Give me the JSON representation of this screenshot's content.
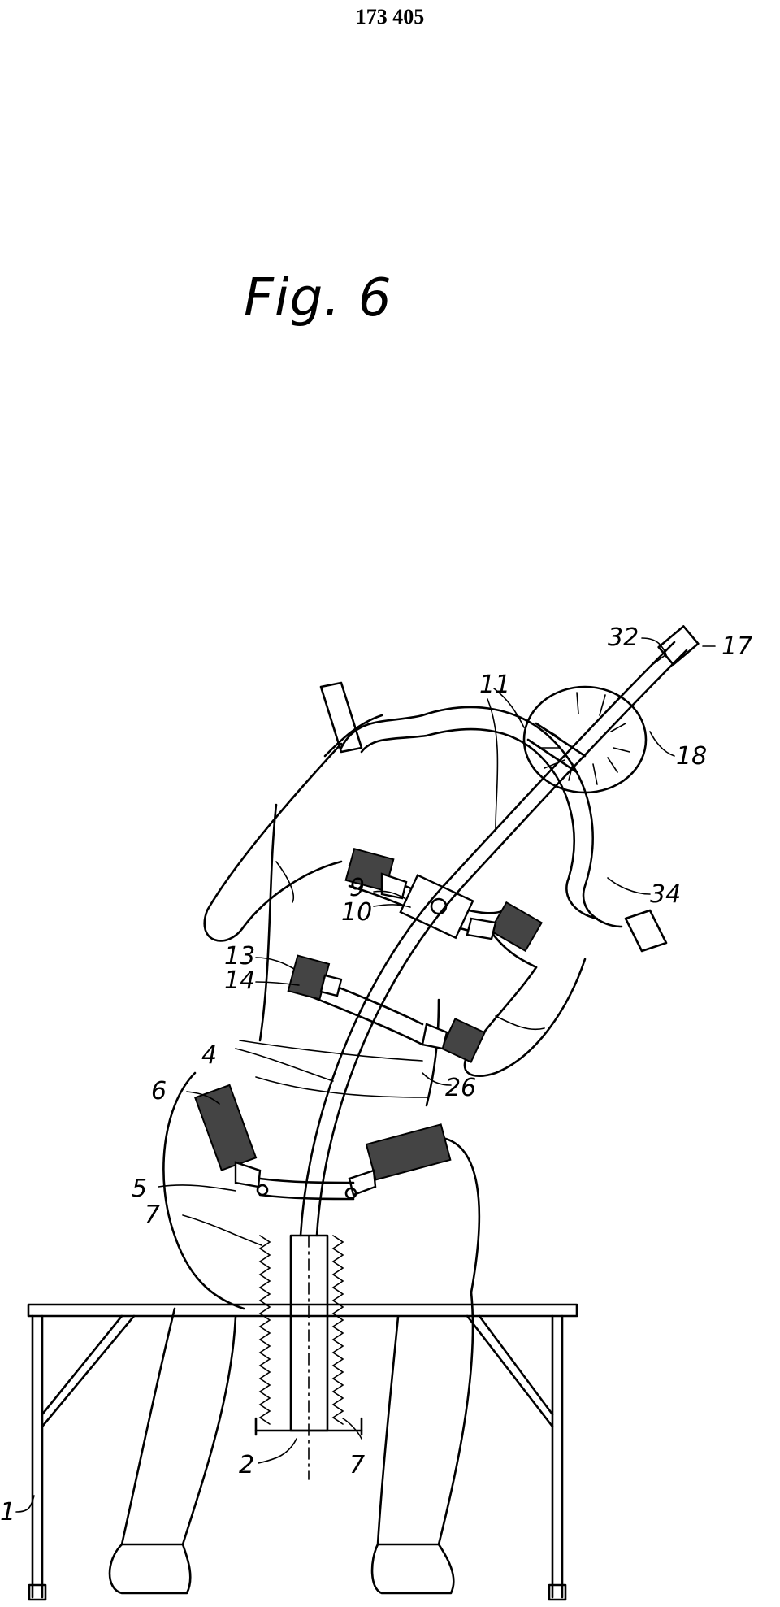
{
  "header": {
    "page_number": "173 405"
  },
  "figure": {
    "title": "Fig. 6"
  },
  "labels": {
    "l1": "1",
    "l2": "2",
    "l4": "4",
    "l5": "5",
    "l6": "6",
    "l7a": "7",
    "l7b": "7",
    "l9": "9",
    "l10": "10",
    "l11": "11",
    "l13": "13",
    "l14": "14",
    "l17": "17",
    "l18": "18",
    "l26": "26",
    "l32": "32",
    "l34": "34"
  },
  "colors": {
    "ink": "#000000",
    "paper": "#ffffff"
  }
}
